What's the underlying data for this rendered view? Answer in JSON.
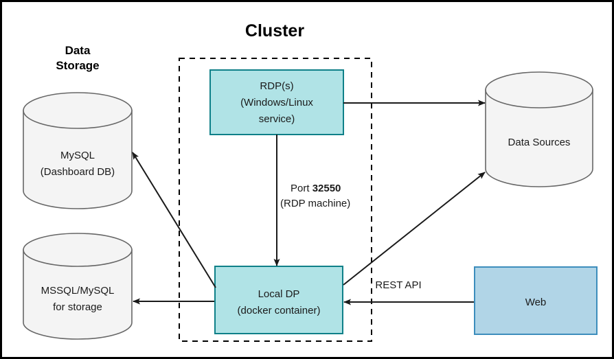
{
  "diagram": {
    "title": "Cluster",
    "groups": [
      {
        "id": "data-storage",
        "label": "Data\nStorage",
        "label_line1": "Data",
        "label_line2": "Storage"
      },
      {
        "id": "cluster",
        "label": "Cluster",
        "style": "dashed-rectangle"
      }
    ],
    "nodes": [
      {
        "id": "mysql-dashboard",
        "shape": "cylinder",
        "line1": "MySQL",
        "line2": "(Dashboard DB)",
        "fill": "#f4f4f4",
        "stroke": "#666666"
      },
      {
        "id": "mssql-mysql-storage",
        "shape": "cylinder",
        "line1": "MSSQL/MySQL",
        "line2": "for storage",
        "fill": "#f4f4f4",
        "stroke": "#666666"
      },
      {
        "id": "rdp",
        "shape": "rectangle",
        "line1": "RDP(s)",
        "line2": "(Windows/Linux",
        "line3": "service)",
        "fill": "#b0e3e6",
        "stroke": "#0e8088"
      },
      {
        "id": "local-dp",
        "shape": "rectangle",
        "line1": "Local DP",
        "line2": "(docker container)",
        "fill": "#b0e3e6",
        "stroke": "#0e8088"
      },
      {
        "id": "data-sources",
        "shape": "cylinder",
        "line1": "Data Sources",
        "fill": "#f4f4f4",
        "stroke": "#666666"
      },
      {
        "id": "web",
        "shape": "rectangle",
        "line1": "Web",
        "fill": "#b1d5e7",
        "stroke": "#3c8dbc"
      }
    ],
    "edges": [
      {
        "id": "rdp-to-data-sources",
        "from": "rdp",
        "to": "data-sources",
        "label": ""
      },
      {
        "id": "rdp-to-local-dp",
        "from": "rdp",
        "to": "local-dp",
        "label_line1_prefix": "Port ",
        "label_line1_value": "32550",
        "label_line2": "(RDP machine)"
      },
      {
        "id": "local-dp-to-mysql-dashboard",
        "from": "local-dp",
        "to": "mysql-dashboard",
        "label": ""
      },
      {
        "id": "local-dp-to-mssql-storage",
        "from": "local-dp",
        "to": "mssql-mysql-storage",
        "label": ""
      },
      {
        "id": "local-dp-to-data-sources",
        "from": "local-dp",
        "to": "data-sources",
        "label": ""
      },
      {
        "id": "web-to-local-dp",
        "from": "web",
        "to": "local-dp",
        "label": "REST API"
      }
    ],
    "colors": {
      "teal_fill": "#b0e3e6",
      "teal_stroke": "#0e8088",
      "blue_fill": "#b1d5e7",
      "blue_stroke": "#3c8dbc",
      "cylinder_fill": "#f4f4f4",
      "cylinder_stroke": "#666666",
      "edge": "#1a1a1a",
      "frame": "#000000",
      "background": "#ffffff"
    }
  }
}
